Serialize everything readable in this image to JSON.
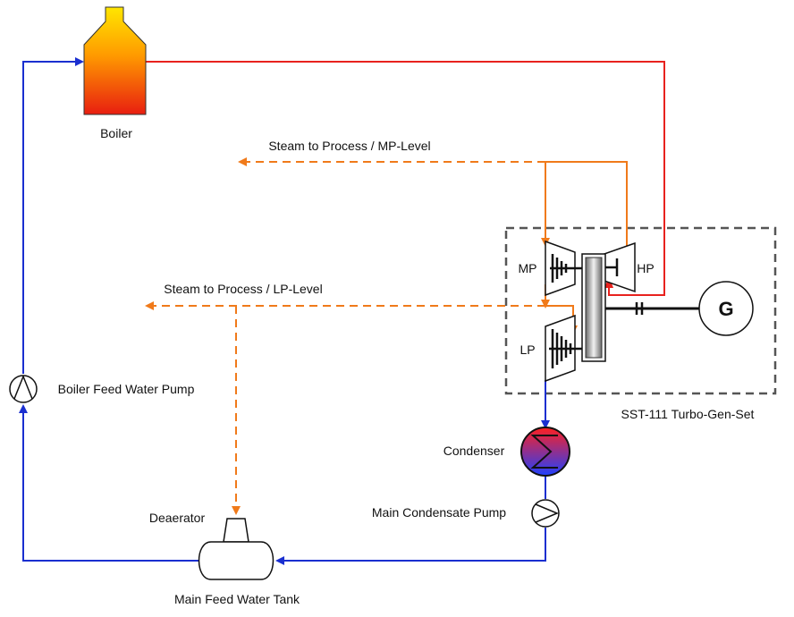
{
  "labels": {
    "boiler": "Boiler",
    "steam_mp": "Steam to Process / MP-Level",
    "steam_lp": "Steam to Process / LP-Level",
    "mp": "MP",
    "hp": "HP",
    "lp": "LP",
    "generator": "G",
    "turbo_set": "SST-111 Turbo-Gen-Set",
    "condenser": "Condenser",
    "condensate_pump": "Main Condensate Pump",
    "feed_pump": "Boiler Feed Water Pump",
    "deaerator": "Deaerator",
    "feed_tank": "Main Feed Water Tank"
  },
  "colors": {
    "steam_live": "#e8221e",
    "steam_extraction": "#f07a1a",
    "water": "#1a2fd0",
    "housing": "#555555",
    "outline": "#111111"
  }
}
